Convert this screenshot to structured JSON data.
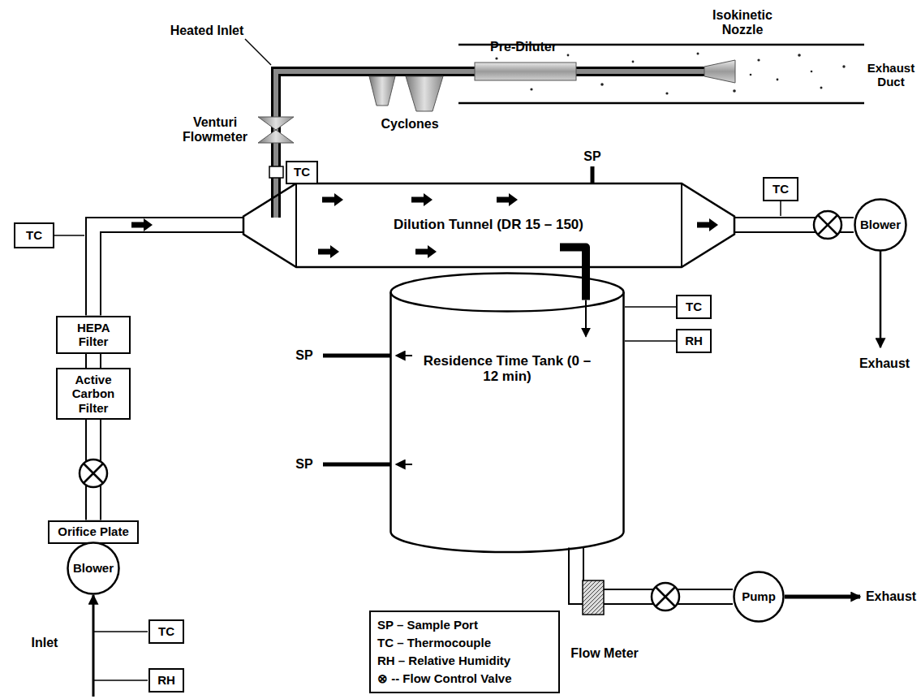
{
  "diagram": {
    "nodes": [
      {
        "text": [
          "Dilution Tunnel (DR 15 – 150)"
        ]
      },
      {
        "text": [
          "TC"
        ]
      },
      {
        "text": [
          "TC"
        ]
      },
      {
        "text": [
          "TC"
        ]
      },
      {
        "text": [
          "Blower"
        ]
      },
      {
        "text": [
          "Residence Time Tank (0 – 12 min)"
        ]
      },
      {
        "text": [
          "TC"
        ]
      },
      {
        "text": [
          "RH"
        ]
      },
      {
        "text": [
          "HEPA Filter"
        ]
      },
      {
        "text": [
          "Active Carbon Filter"
        ]
      },
      {
        "text": [
          "Orifice Plate"
        ]
      },
      {
        "text": [
          "Blower"
        ]
      },
      {
        "text": [
          "Pump"
        ]
      },
      {
        "text": [
          "TC"
        ]
      },
      {
        "text": [
          "RH"
        ]
      }
    ],
    "edges": [
      {
        "from": 11,
        "to": 10,
        "arrow": "none"
      },
      {
        "from": 10,
        "to": 9,
        "arrow": "none"
      },
      {
        "from": 9,
        "to": 8,
        "arrow": "none"
      },
      {
        "from": 8,
        "to": 0,
        "arrow": "none"
      },
      {
        "from": 0,
        "to": 4,
        "arrow": "none"
      },
      {
        "from": 0,
        "to": 5,
        "arrow": "to"
      },
      {
        "from": 5,
        "to": 12,
        "arrow": "none"
      },
      {
        "from": 5,
        "to": 6,
        "arrow": "none"
      },
      {
        "from": 5,
        "to": 7,
        "arrow": "none"
      }
    ],
    "labels": [
      "Isokinetic Nozzle",
      "Exhaust Duct",
      "Pre-Diluter",
      "Cyclones",
      "Heated Inlet",
      "Venturi Flowmeter",
      "SP",
      "SP",
      "SP",
      "Exhaust",
      "Exhaust",
      "Inlet",
      "Flow Meter"
    ],
    "legend": [
      {
        "text": "SP – Sample Port"
      },
      {
        "text": "TC – Thermocouple"
      },
      {
        "text": "RH – Relative Humidity"
      },
      {
        "text": "⊗ -- Flow Control Valve"
      }
    ]
  }
}
